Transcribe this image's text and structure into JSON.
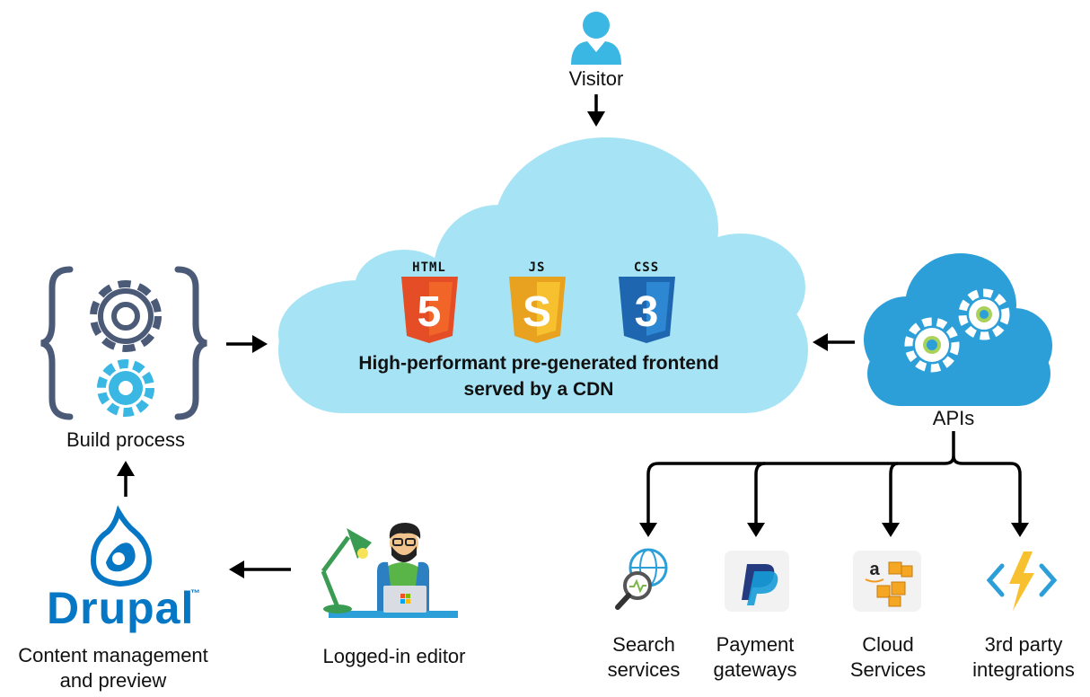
{
  "visitor": {
    "label": "Visitor"
  },
  "cdn": {
    "line1": "High-performant pre-generated frontend",
    "line2": "served by a CDN"
  },
  "badges": [
    {
      "text": "HTML",
      "color": "#e44d26",
      "shade": "#f16529",
      "glyph": "5"
    },
    {
      "text": "JS",
      "color": "#e8a21f",
      "shade": "#f7c02f",
      "glyph": "S"
    },
    {
      "text": "CSS",
      "color": "#1f66b0",
      "shade": "#2d87d3",
      "glyph": "3"
    }
  ],
  "build": {
    "label": "Build process"
  },
  "apis": {
    "label": "APIs"
  },
  "drupal": {
    "word": "Drupal",
    "tm": "™",
    "label_line1": "Content management",
    "label_line2": "and preview"
  },
  "editor": {
    "label": "Logged-in editor"
  },
  "services": [
    {
      "line1": "Search",
      "line2": "services",
      "icon": "search-globe-icon"
    },
    {
      "line1": "Payment",
      "line2": "gateways",
      "icon": "paypal-icon"
    },
    {
      "line1": "Cloud",
      "line2": "Services",
      "icon": "amazon-boxes-icon"
    },
    {
      "line1": "3rd party",
      "line2": "integrations",
      "icon": "lightning-code-icon"
    }
  ],
  "colors": {
    "cloud": "#a6e4f5",
    "gear_dark": "#4a5a77",
    "gear_light": "#3bb7e3",
    "api_cloud": "#2c9fd9",
    "drupal_blue": "#0677c4",
    "arrow": "#000000"
  }
}
